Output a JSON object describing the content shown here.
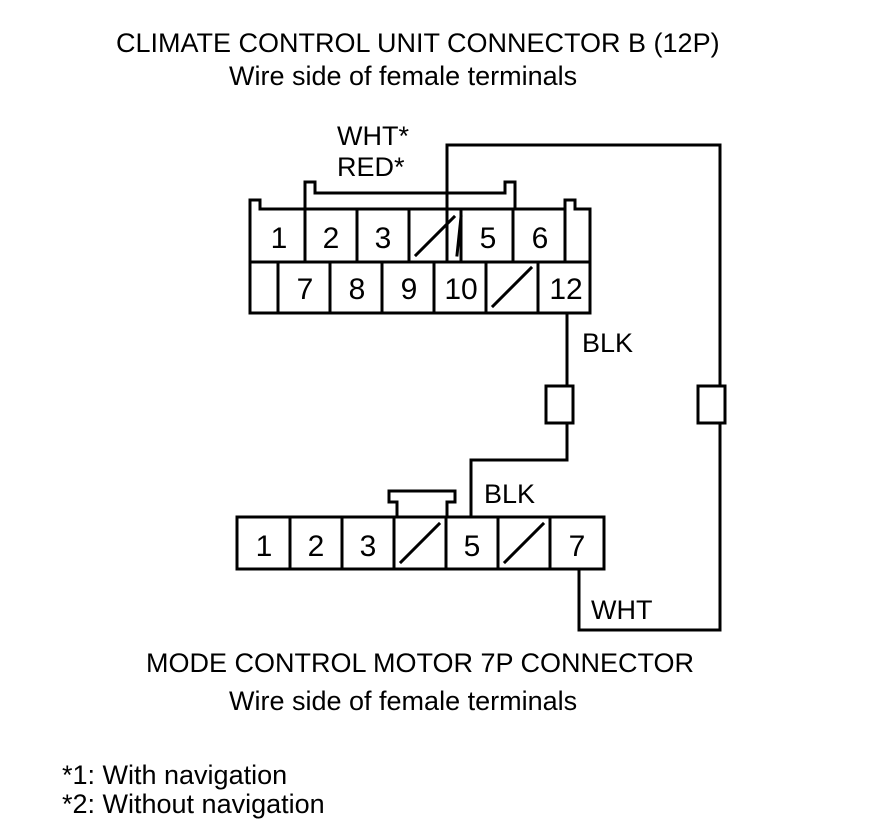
{
  "top_connector": {
    "title": "CLIMATE CONTROL UNIT CONNECTOR B (12P)",
    "subtitle": "Wire side of female terminals",
    "row1": [
      "1",
      "2",
      "3",
      "",
      "",
      "5",
      "6",
      ""
    ],
    "row2": [
      "",
      "7",
      "8",
      "9",
      "10",
      "",
      "12"
    ]
  },
  "bottom_connector": {
    "title": "MODE CONTROL MOTOR 7P CONNECTOR",
    "subtitle": "Wire side of female terminals",
    "terminals": [
      "1",
      "2",
      "3",
      "",
      "5",
      "",
      "7"
    ]
  },
  "wires": {
    "wht_star": "WHT*",
    "red_star": "RED*",
    "blk_upper": "BLK",
    "blk_lower": "BLK",
    "wht": "WHT"
  },
  "notes": [
    "*1: With navigation",
    "*2: Without navigation"
  ]
}
